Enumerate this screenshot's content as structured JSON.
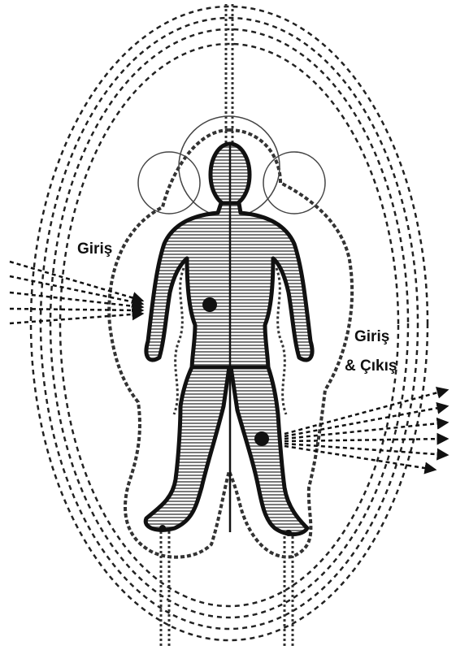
{
  "labels": {
    "entry": "Giriş",
    "entry_exit_line1": "Giriş",
    "entry_exit_line2": "& Çıkış"
  },
  "colors": {
    "ink": "#111111",
    "body_fill": "#9a9a9a",
    "background": "#ffffff"
  }
}
